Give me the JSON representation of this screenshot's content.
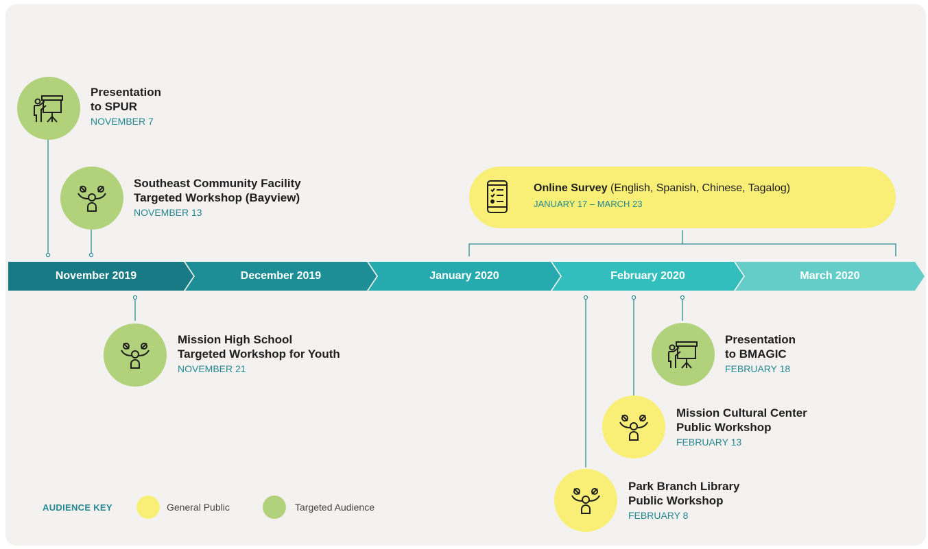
{
  "months": [
    "November 2019",
    "December 2019",
    "January 2020",
    "February 2020",
    "March 2020"
  ],
  "events": [
    {
      "title_1": "Presentation",
      "title_2": "to SPUR",
      "date": "NOVEMBER 7",
      "audience": "Targeted Audience",
      "icon": "presentation-icon"
    },
    {
      "title_1": "Southeast Community Facility",
      "title_2": "Targeted Workshop (Bayview)",
      "date": "NOVEMBER 13",
      "audience": "Targeted Audience",
      "icon": "workshop-group-icon"
    },
    {
      "title_1": "Mission High School",
      "title_2": "Targeted Workshop for Youth",
      "date": "NOVEMBER 21",
      "audience": "Targeted Audience",
      "icon": "workshop-group-icon"
    },
    {
      "title_1": "Presentation",
      "title_2": "to BMAGIC",
      "date": "FEBRUARY 18",
      "audience": "Targeted Audience",
      "icon": "presentation-icon"
    },
    {
      "title_1": "Mission Cultural Center",
      "title_2": "Public Workshop",
      "date": "FEBRUARY 13",
      "audience": "General Public",
      "icon": "workshop-group-icon"
    },
    {
      "title_1": "Park Branch Library",
      "title_2": "Public Workshop",
      "date": "FEBRUARY 8",
      "audience": "General Public",
      "icon": "workshop-group-icon"
    }
  ],
  "survey": {
    "title": "Online Survey",
    "languages": "(English, Spanish, Chinese, Tagalog)",
    "date": "JANUARY 17 – MARCH 23",
    "icon": "mobile-survey-icon"
  },
  "legend": {
    "title": "AUDIENCE KEY",
    "items": [
      {
        "label": "General Public",
        "color": "#f9ef77"
      },
      {
        "label": "Targeted Audience",
        "color": "#b1d27b"
      }
    ]
  },
  "colors": {
    "month_arrows": [
      "#187a85",
      "#1d8e95",
      "#27aaae",
      "#31bebd",
      "#64cdc7"
    ],
    "date_text": "#23878f",
    "background": "#f3f2f1"
  }
}
